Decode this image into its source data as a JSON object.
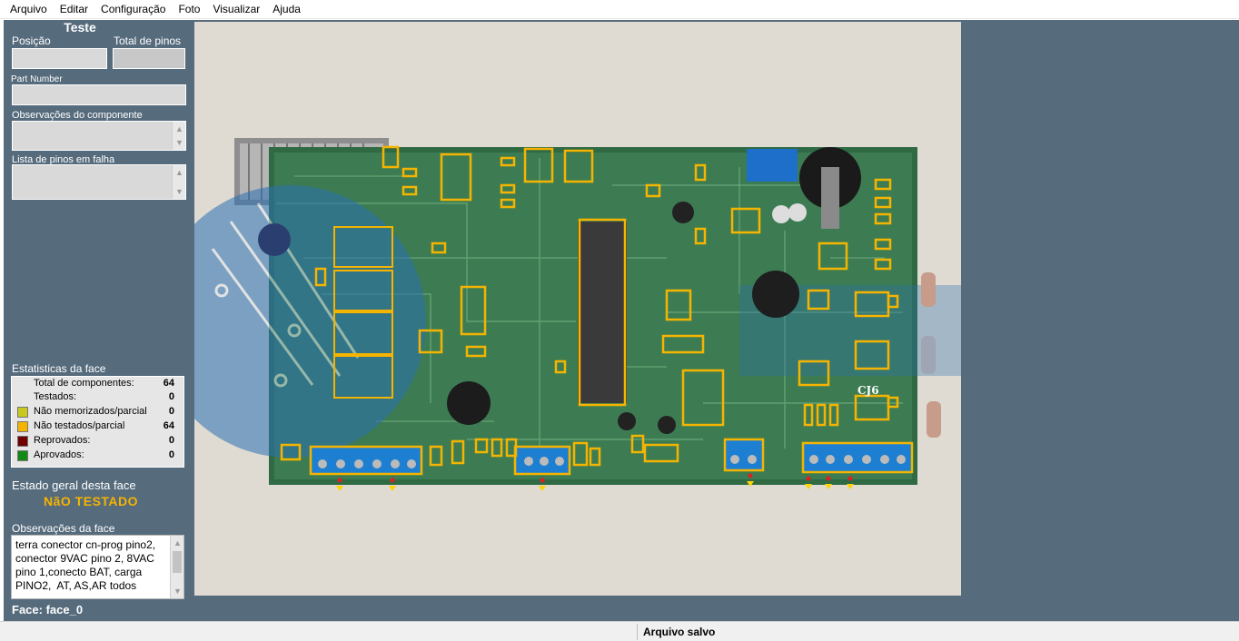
{
  "menu": [
    "Arquivo",
    "Editar",
    "Configuração",
    "Foto",
    "Visualizar",
    "Ajuda"
  ],
  "left": {
    "title": "Teste",
    "position_label": "Posição",
    "total_pins_label": "Total de pinos",
    "part_number_label": "Part Number",
    "component_notes_label": "Observações do componente",
    "failed_pins_label": "Lista de pinos em falha",
    "stats_title": "Estatisticas da face",
    "stats": {
      "total_label": "Total de componentes:",
      "total_value": "64",
      "tested_label": "Testados:",
      "tested_value": "0",
      "not_memorized_label": "Não memorizados/parcial",
      "not_memorized_value": "0",
      "not_tested_label": "Não testados/parcial",
      "not_tested_value": "64",
      "rejected_label": "Reprovados:",
      "rejected_value": "0",
      "approved_label": "Aprovados:",
      "approved_value": "0"
    },
    "colors": {
      "not_memorized": "#c8c81e",
      "not_tested": "#f5b400",
      "rejected": "#6e0000",
      "approved": "#138a13",
      "state_text": "#f5b400"
    },
    "general_state_label": "Estado geral desta face",
    "general_state_value": "NãO TESTADO",
    "face_notes_label": "Observações da face",
    "face_notes_text": "terra conector cn-prog pino2, conector 9VAC pino 2, 8VAC pino 1,conecto BAT, carga PINO2,  AT, AS,AR todos",
    "face_label": "Face: face_0"
  },
  "image": {
    "board_label_cj6": "CJ6"
  },
  "status": {
    "text": "Arquivo salvo"
  }
}
